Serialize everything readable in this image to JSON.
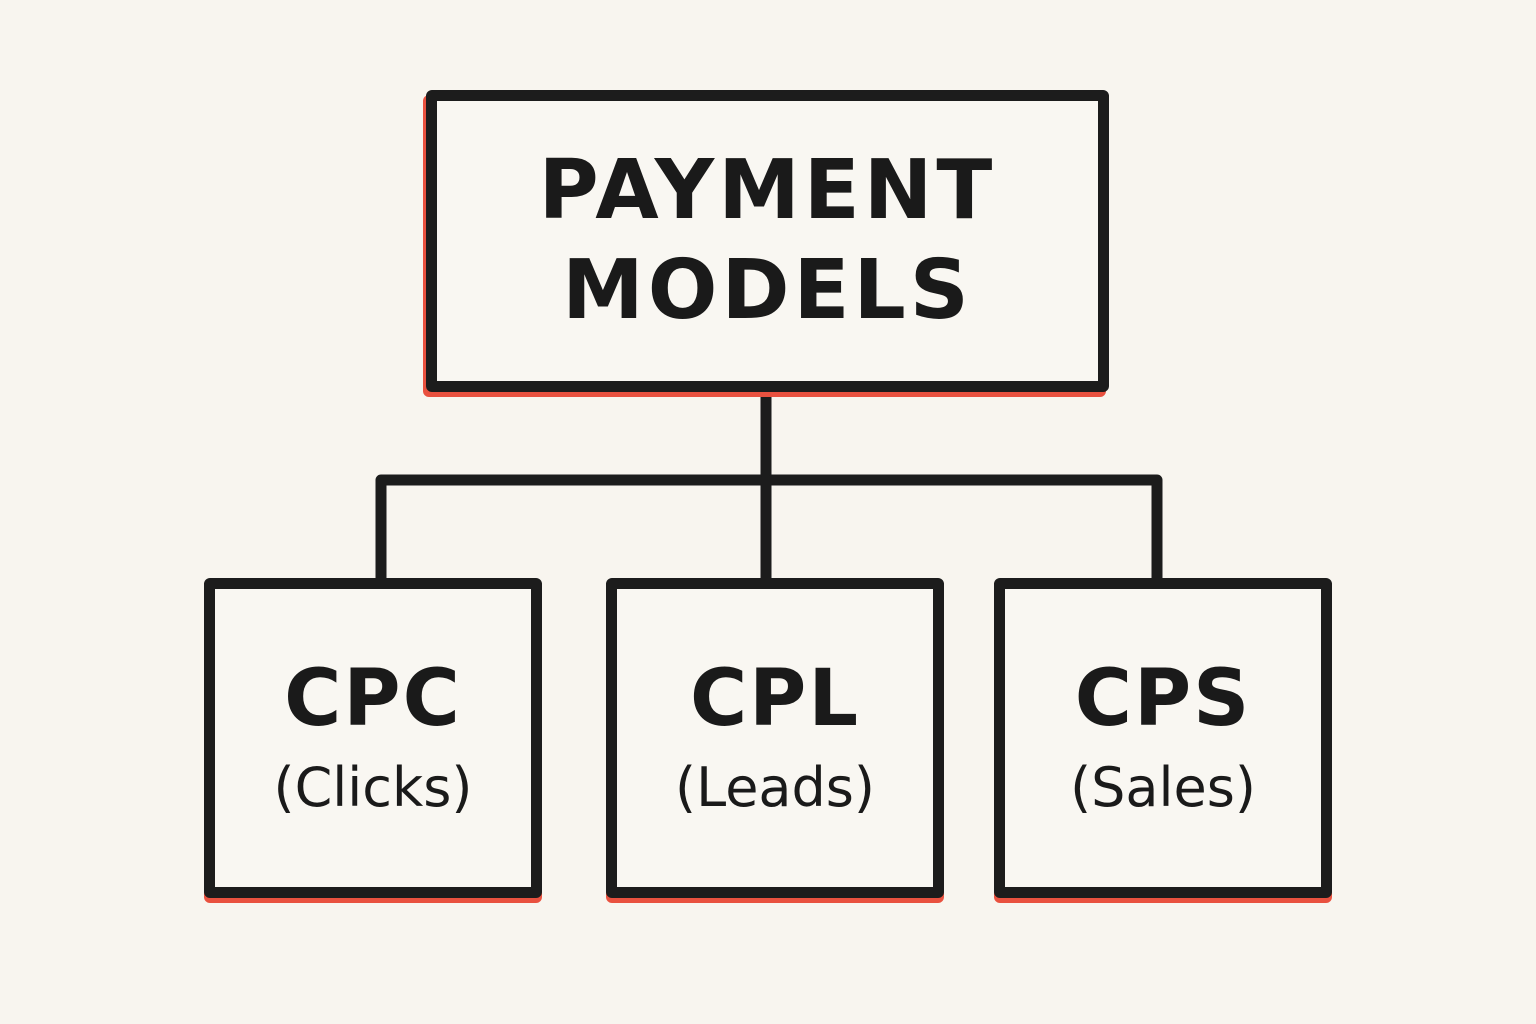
{
  "diagram": {
    "type": "hierarchy",
    "colors": {
      "background": "#f8f5ef",
      "stroke": "#1c1c1c",
      "accent_shadow": "#e9513f",
      "box_fill": "#f9f7f2"
    },
    "root": {
      "line1": "PAYMENT",
      "line2": "MODELS"
    },
    "children": [
      {
        "title": "CPC",
        "subtitle": "(Clicks)"
      },
      {
        "title": "CPL",
        "subtitle": "(Leads)"
      },
      {
        "title": "CPS",
        "subtitle": "(Sales)"
      }
    ],
    "edges": [
      {
        "from": "PAYMENT MODELS",
        "to": "CPC"
      },
      {
        "from": "PAYMENT MODELS",
        "to": "CPL"
      },
      {
        "from": "PAYMENT MODELS",
        "to": "CPS"
      }
    ]
  }
}
